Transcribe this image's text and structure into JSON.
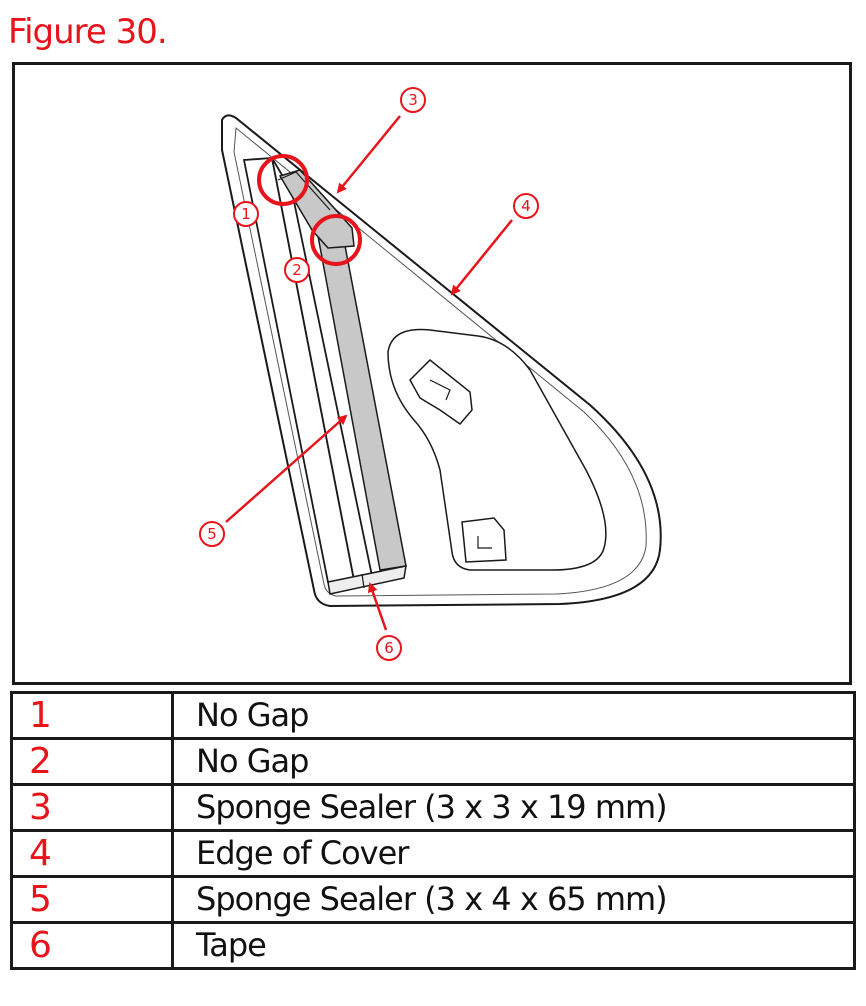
{
  "figure_title": "Figure 30.",
  "colors": {
    "accent": "#e8141b",
    "line": "#1a1a1a",
    "tape": "#c8c8c8"
  },
  "callouts": [
    "1",
    "2",
    "3",
    "4",
    "5",
    "6"
  ],
  "legend": [
    {
      "num": "1",
      "desc": "No Gap"
    },
    {
      "num": "2",
      "desc": "No Gap"
    },
    {
      "num": "3",
      "desc": "Sponge Sealer (3 x 3 x 19 mm)"
    },
    {
      "num": "4",
      "desc": "Edge of Cover"
    },
    {
      "num": "5",
      "desc": "Sponge Sealer (3 x 4 x 65 mm)"
    },
    {
      "num": "6",
      "desc": "Tape"
    }
  ]
}
